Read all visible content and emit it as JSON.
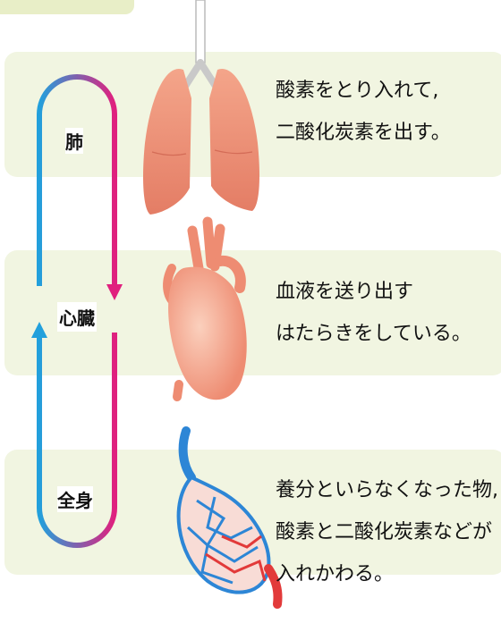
{
  "header": {
    "title": ""
  },
  "rows": [
    {
      "label": "肺",
      "lines": [
        "酸素をとり入れて,",
        "二酸化炭素を出す。"
      ]
    },
    {
      "label": "心臓",
      "lines": [
        "血液を送り出す",
        "はたらきをしている。"
      ]
    },
    {
      "label": "全身",
      "lines": [
        "養分といらなくなった物,",
        "酸素と二酸化炭素などが",
        "入れかわる。"
      ]
    }
  ],
  "colors": {
    "panel": "#f1f5e1",
    "arrow_pink": "#e0207e",
    "arrow_blue": "#22a0dc"
  }
}
